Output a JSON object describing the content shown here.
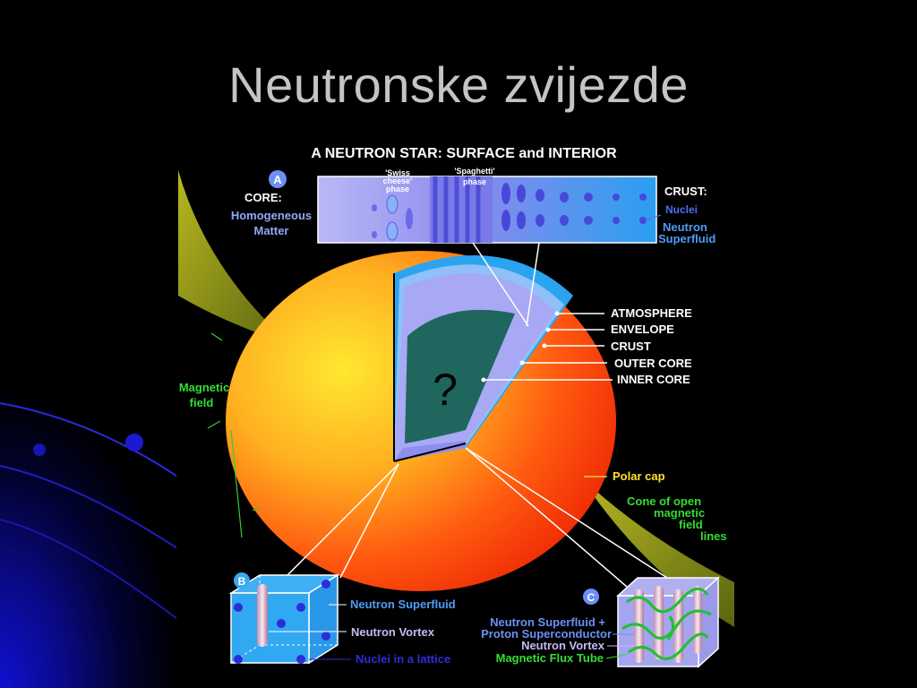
{
  "slide": {
    "title": "Neutronske zvijezde"
  },
  "figure": {
    "heading": "A NEUTRON STAR:  SURFACE and INTERIOR",
    "question_mark": "?",
    "inset_a": {
      "badge": "A",
      "core_label": "CORE:",
      "core_desc_1": "Homogeneous",
      "core_desc_2": "Matter",
      "swiss_1": "'Swiss",
      "swiss_2": "cheese'",
      "swiss_3": "phase",
      "spaghetti_1": "'Spaghetti'",
      "spaghetti_2": "phase",
      "crust_label": "CRUST:",
      "nuclei": "Nuclei",
      "neutron_1": "Neutron",
      "neutron_2": "Superfluid"
    },
    "layers": [
      "ATMOSPHERE",
      "ENVELOPE",
      "CRUST",
      "OUTER CORE",
      "INNER CORE"
    ],
    "magnetic_1": "Magnetic",
    "magnetic_2": "field",
    "polar_cap": "Polar cap",
    "cone": [
      "Cone of open",
      "magnetic",
      "field",
      "lines"
    ],
    "inset_b": {
      "badge": "B",
      "labels": [
        "Neutron Superfluid",
        "Neutron Vortex",
        "Nuclei in a lattice"
      ]
    },
    "inset_c": {
      "badge": "C",
      "labels": [
        "Neutron Superfluid  +",
        "Proton Superconductor",
        "Neutron Vortex",
        "Magnetic Flux Tube"
      ]
    },
    "colors": {
      "green_label": "#33dd33",
      "blue_label": "#6d8ff5",
      "violet_label": "#c8b8f8",
      "cyan": "#29a8f0",
      "lavender": "#a4a4f4",
      "teal": "#1f665e"
    }
  }
}
